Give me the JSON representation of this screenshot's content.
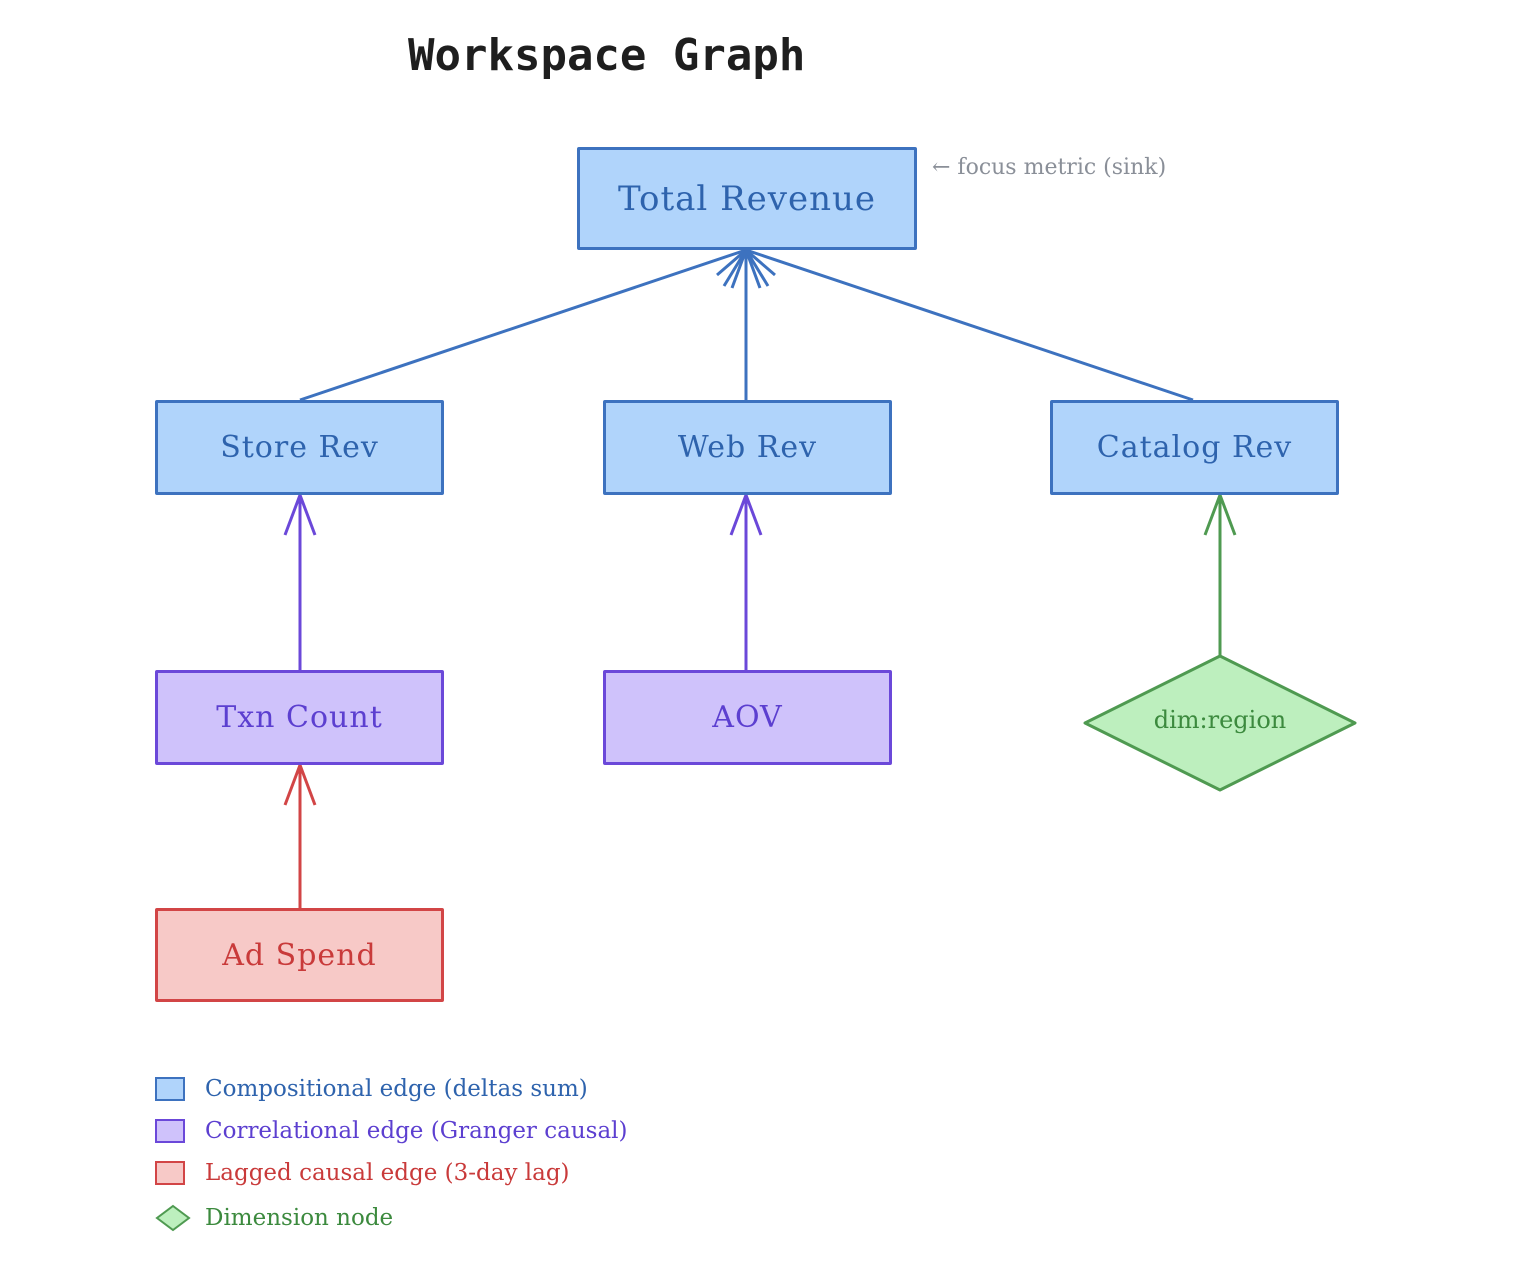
{
  "title": "Workspace Graph",
  "annotation": "← focus metric (sink)",
  "colors": {
    "compositional": "#3d72bf",
    "correlational": "#6b48d9",
    "lagged": "#d24546",
    "dimension": "#4f9a51"
  },
  "nodes": {
    "total_revenue": "Total Revenue",
    "store_rev": "Store Rev",
    "web_rev": "Web Rev",
    "catalog_rev": "Catalog Rev",
    "txn_count": "Txn Count",
    "aov": "AOV",
    "ad_spend": "Ad Spend",
    "dim_region": "dim:region"
  },
  "edges": [
    {
      "from": "Store Rev",
      "to": "Total Revenue",
      "type": "compositional"
    },
    {
      "from": "Web Rev",
      "to": "Total Revenue",
      "type": "compositional"
    },
    {
      "from": "Catalog Rev",
      "to": "Total Revenue",
      "type": "compositional"
    },
    {
      "from": "Txn Count",
      "to": "Store Rev",
      "type": "correlational"
    },
    {
      "from": "AOV",
      "to": "Web Rev",
      "type": "correlational"
    },
    {
      "from": "Ad Spend",
      "to": "Txn Count",
      "type": "lagged"
    },
    {
      "from": "dim:region",
      "to": "Catalog Rev",
      "type": "dimension"
    }
  ],
  "legend": {
    "compositional": "Compositional edge (deltas sum)",
    "correlational": "Correlational edge (Granger causal)",
    "lagged": "Lagged causal edge (3-day lag)",
    "dimension": "Dimension node"
  }
}
